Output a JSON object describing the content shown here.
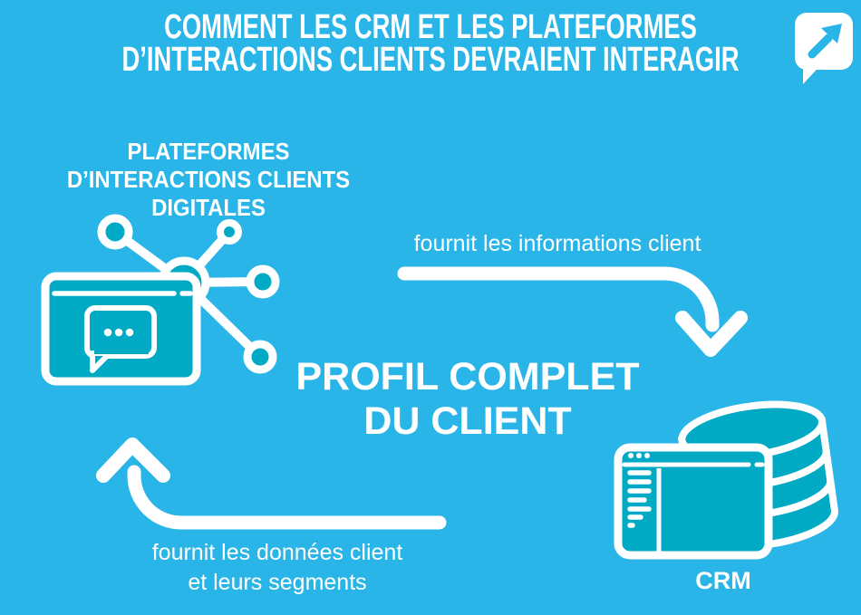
{
  "colors": {
    "background": "#29b5e8",
    "accent_teal": "#00a9c4",
    "text": "#ffffff"
  },
  "header": {
    "title_line1": "COMMENT LES CRM ET LES PLATEFORMES",
    "title_line2": "D’INTERACTIONS CLIENTS DEVRAIENT INTERAGIR"
  },
  "logo": {
    "icon": "speech-bubble-arrow-logo"
  },
  "diagram": {
    "platform": {
      "label_line1": "PLATEFORMES",
      "label_line2": "D’INTERACTIONS CLIENTS DIGITALES",
      "icon": "browser-chat-network-icon"
    },
    "center": {
      "line1": "PROFIL COMPLET",
      "line2": "DU CLIENT"
    },
    "crm": {
      "label": "CRM",
      "icon": "database-browser-icon"
    },
    "flows": {
      "top_label": "fournit les informations client",
      "bottom_label_line1": "fournit les données client",
      "bottom_label_line2": "et leurs segments"
    }
  }
}
